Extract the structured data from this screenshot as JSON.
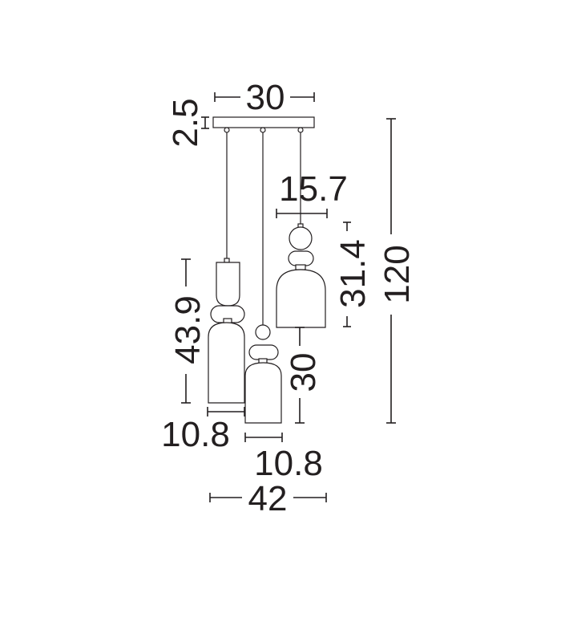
{
  "dimensions": {
    "canopy_width": "30",
    "canopy_height": "2.5",
    "total_height": "120",
    "shade_right_width": "15.7",
    "shade_right_height": "31.4",
    "shade_left_height": "43.9",
    "shade_middle_height": "30",
    "shade_left_width": "10.8",
    "shade_middle_width": "10.8",
    "overall_width": "42"
  }
}
